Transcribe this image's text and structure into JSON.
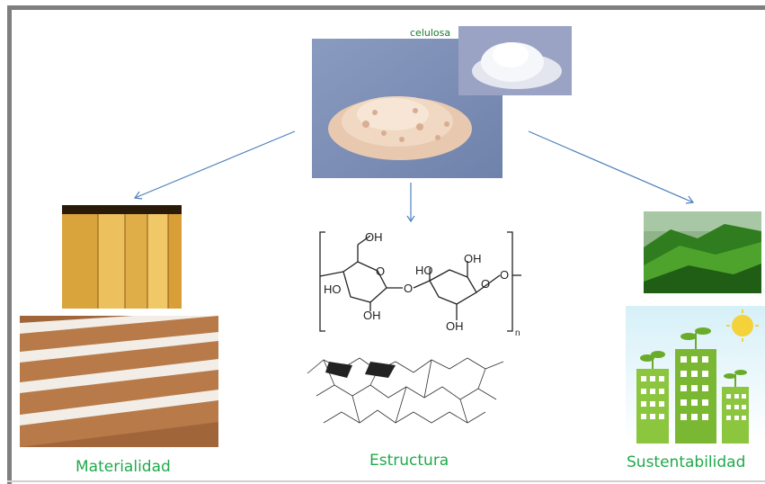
{
  "labels": {
    "celulosa": "celulosa",
    "materialidad": "Materialidad",
    "estructura": "Estructura",
    "sustentabilidad": "Sustentabilidad",
    "formula_oh_top": "OH",
    "formula_ho_left": "HO",
    "formula_oh_bottom": "OH",
    "formula_ho_mid": "HO",
    "formula_oh_right_top": "OH",
    "formula_oh_right_bottom": "OH",
    "formula_o_ring1": "O",
    "formula_o_bridge": "O",
    "formula_o_ring2": "O",
    "formula_o_end": "O",
    "formula_n": "n"
  },
  "colors": {
    "caption_green": "#1faa4a",
    "celulosa_green": "#1a7a30",
    "arrow_blue": "#4f81bd",
    "frame_gray": "#7f7f7f"
  }
}
